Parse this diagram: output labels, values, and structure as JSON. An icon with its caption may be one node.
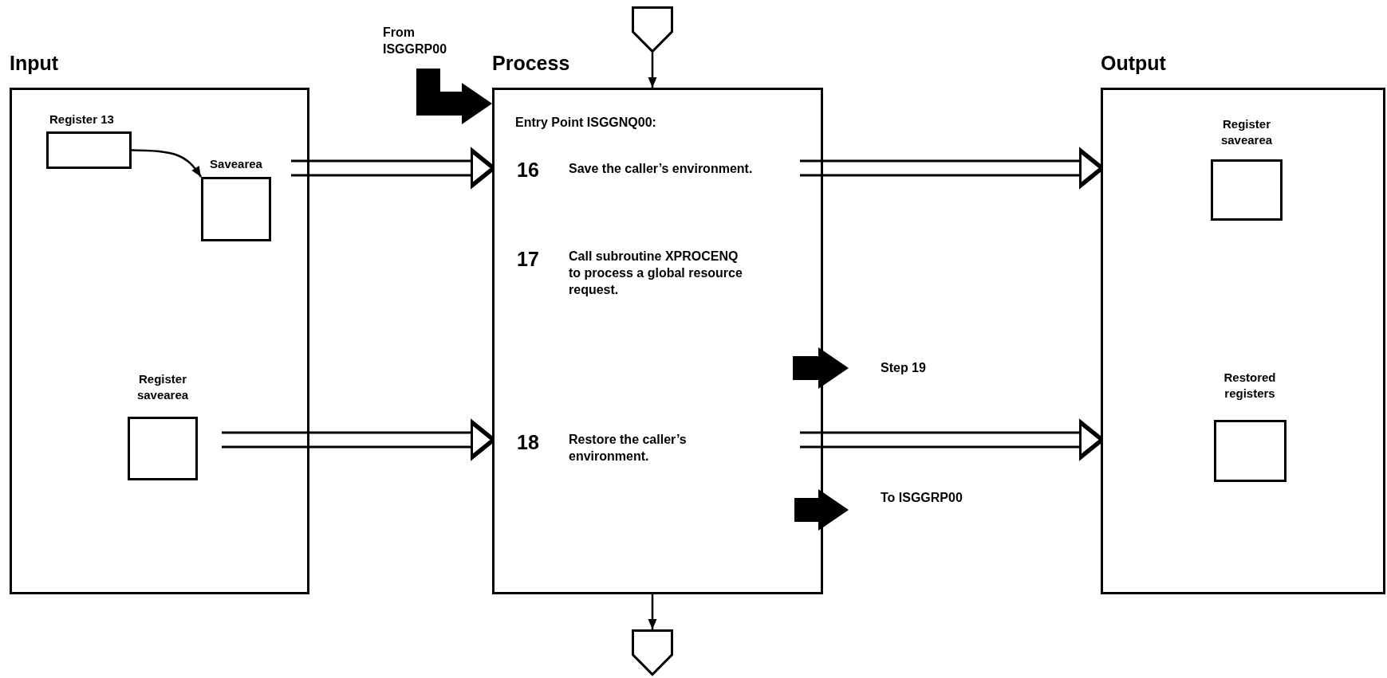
{
  "diagram": {
    "nodes": [
      {
        "text": [
          "Input"
        ]
      },
      {
        "text": [
          "Register 13"
        ],
        "in": 0
      },
      {
        "text": [
          "Savearea"
        ],
        "in": 0
      },
      {
        "text": [
          "Register savearea"
        ],
        "in": 0
      },
      {
        "text": [
          "From ISGGRP00"
        ]
      },
      {
        "text": [],
        "shape": "pentagon"
      },
      {
        "text": [
          "Process",
          "Entry Point ISGGNQ00:",
          "16",
          "Save the caller’s environment.",
          "17",
          "Call subroutine XPROCENQ to process a global resource request.",
          "18",
          "Restore the caller’s environment."
        ]
      },
      {
        "text": [
          "Step 19"
        ]
      },
      {
        "text": [
          "To ISGGRP00"
        ]
      },
      {
        "text": [],
        "shape": "pentagon"
      },
      {
        "text": [
          "Output"
        ]
      },
      {
        "text": [
          "Register savearea"
        ],
        "in": 10
      },
      {
        "text": [
          "Restored registers"
        ],
        "in": 10
      }
    ],
    "edges": [
      {
        "from": 1,
        "to": 2,
        "arrow": "to"
      },
      {
        "from": 4,
        "to": 6,
        "arrow": "to",
        "style": "thick"
      },
      {
        "from": 5,
        "to": 6,
        "arrow": "to"
      },
      {
        "from": 2,
        "to": 6,
        "arrow": "to",
        "color": "#ffffff"
      },
      {
        "from": 3,
        "to": 6,
        "arrow": "to",
        "color": "#ffffff"
      },
      {
        "from": 6,
        "to": 10,
        "arrow": "to",
        "color": "#ffffff"
      },
      {
        "from": 6,
        "to": 10,
        "arrow": "to",
        "color": "#ffffff"
      },
      {
        "from": 6,
        "to": 7,
        "arrow": "to",
        "style": "thick"
      },
      {
        "from": 6,
        "to": 8,
        "arrow": "to",
        "style": "thick"
      },
      {
        "from": 6,
        "to": 9,
        "arrow": "to"
      }
    ]
  }
}
